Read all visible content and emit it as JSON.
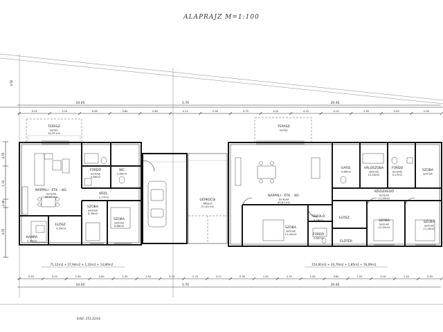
{
  "title": "ALAPRAJZ  M=1:100",
  "dims_top_row1": [
    "10.65",
    "5.70",
    "20.95"
  ],
  "dims_top_row2": [
    "0.55",
    "3.15",
    "0.85",
    "3.60",
    "0.85",
    "4.13",
    "0.50",
    "3.75",
    "4.55",
    "4.15",
    "4.10",
    "2.95",
    "0.49",
    "0.50"
  ],
  "dims_bottom_row1": [
    "0.45",
    "3.15",
    "1.95",
    "0.40",
    "1.20",
    "2.92",
    "4.13",
    "5.70",
    "4.11",
    "2.30",
    "1.20",
    "3.75",
    "1.20",
    "3.85",
    "1.20",
    "3.10",
    "1.22",
    "0.45"
  ],
  "dims_bottom_row2": [
    "10.65",
    "5.70",
    "20.95"
  ],
  "dims_left": [
    "4.55",
    "1.10",
    "3.46",
    "4.55"
  ],
  "site_dim": "4.50",
  "rooms": [
    {
      "id": "terasz-left",
      "name": "TERASZ",
      "sub": "kerítés",
      "area": "14,30 m2"
    },
    {
      "id": "furdo-left",
      "name": "FÜRDŐ",
      "sub": "burkolat",
      "area": "5,89m2"
    },
    {
      "id": "wc-left",
      "name": "WC",
      "sub": "",
      "area": "1,60m2"
    },
    {
      "id": "nappali-left",
      "name": "NAPPALI - ÉTK. - KO.",
      "sub": "burkolat",
      "area": "38,84 m2"
    },
    {
      "id": "kozl-left",
      "name": "KÖZL.",
      "sub": "",
      "area": "2,77m2"
    },
    {
      "id": "szoba-left1",
      "name": "SZOBA",
      "sub": "laminált",
      "area": "9,35m2"
    },
    {
      "id": "szoba-left2",
      "name": "SZOBA",
      "sub": "laminált",
      "area": "9,88m2"
    },
    {
      "id": "eloter-left",
      "name": "ELŐSZ.",
      "sub": "",
      "area": "4,39m2"
    },
    {
      "id": "kamra-left",
      "name": "KAMRA",
      "sub": "",
      "area": "1,34m2"
    },
    {
      "id": "gepkocsi",
      "name": "GÉPKOCSI",
      "sub": "TÁROLÓ",
      "area": "27,94 m2"
    },
    {
      "id": "terasz-right",
      "name": "TERASZ",
      "sub": "kerítés",
      "area": ""
    },
    {
      "id": "nappali-right",
      "name": "NAPPALI - ÉTK. - KO.",
      "sub": "burkolat",
      "area": "40,81 m2"
    },
    {
      "id": "gard",
      "name": "GARD.",
      "sub": "",
      "area": "2,89m2"
    },
    {
      "id": "haloszoba",
      "name": "HÁLÓSZOBA",
      "sub": "laminált",
      "area": "14,18m2"
    },
    {
      "id": "furdo-right",
      "name": "FÜRDŐ",
      "sub": "burkolat",
      "area": "5,27m2"
    },
    {
      "id": "szoba-right1",
      "name": "SZOBA",
      "sub": "laminált",
      "area": ""
    },
    {
      "id": "kozlekedo",
      "name": "KÖZLEKEDŐ",
      "sub": "burkolat",
      "area": "11,05m2"
    },
    {
      "id": "tarolo",
      "name": "TÁROLÓ",
      "sub": "",
      "area": "4,26m2"
    },
    {
      "id": "szoba-right2",
      "name": "SZOBA",
      "sub": "laminált",
      "area": "11,44m2"
    },
    {
      "id": "furdo-right2",
      "name": "FÜRDŐ",
      "sub": "",
      "area": "3,60m2"
    },
    {
      "id": "elosz-right",
      "name": "ELŐSZ.",
      "sub": "",
      "area": ""
    },
    {
      "id": "eloter-right",
      "name": "ELŐTÉR",
      "sub": "",
      "area": ""
    },
    {
      "id": "szoba-right3",
      "name": "SZOBA",
      "sub": "laminált",
      "area": "12,95m2"
    },
    {
      "id": "szoba-right4",
      "name": "SZOBA",
      "sub": "laminált",
      "area": "11,40m2"
    }
  ],
  "sum_left": "71,12m2 + 27,94m2 + 1,32m2 + 14,80m2",
  "sum_right": "154,81m2 + 24,70m2 + 2,85m2 + 16,09m2",
  "total": "ösSZ: 251,22m2"
}
